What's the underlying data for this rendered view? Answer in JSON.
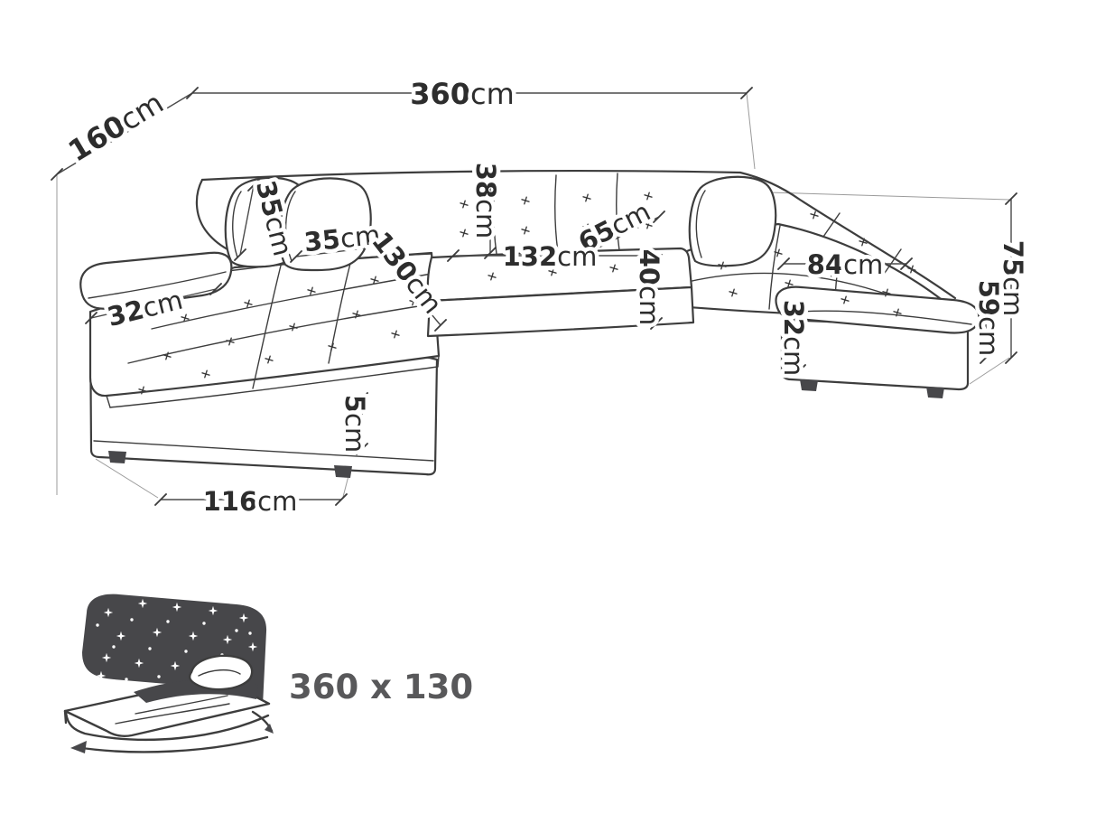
{
  "colors": {
    "line": "#3d3d3d",
    "label_text": "#2d2d2d",
    "icon_fill": "#47474a",
    "sleep_label_text": "#58585a",
    "background": "#ffffff"
  },
  "icons": {
    "sleeping_function": "sofa-bed-with-starry-night-icon"
  },
  "dimensions": {
    "total_width": {
      "value": "360",
      "unit": "cm"
    },
    "total_depth": {
      "value": "160",
      "unit": "cm"
    },
    "pillow_height": {
      "value": "35",
      "unit": "cm"
    },
    "pillow_width": {
      "value": "35",
      "unit": "cm"
    },
    "back_cushion_height": {
      "value": "38",
      "unit": "cm"
    },
    "center_seat_depth": {
      "value": "65",
      "unit": "cm"
    },
    "center_seat_width": {
      "value": "132",
      "unit": "cm"
    },
    "seat_front_height": {
      "value": "40",
      "unit": "cm"
    },
    "right_seat_width": {
      "value": "84",
      "unit": "cm"
    },
    "left_chaise_length": {
      "value": "130",
      "unit": "cm"
    },
    "armrest_left_width": {
      "value": "32",
      "unit": "cm"
    },
    "armrest_right_width": {
      "value": "32",
      "unit": "cm"
    },
    "total_height": {
      "value": "75",
      "unit": "cm"
    },
    "seat_height": {
      "value": "59",
      "unit": "cm"
    },
    "plinth_height": {
      "value": "5",
      "unit": "cm"
    },
    "chaise_width": {
      "value": "116",
      "unit": "cm"
    }
  },
  "sleeping_area": {
    "label": "360 x 130"
  }
}
